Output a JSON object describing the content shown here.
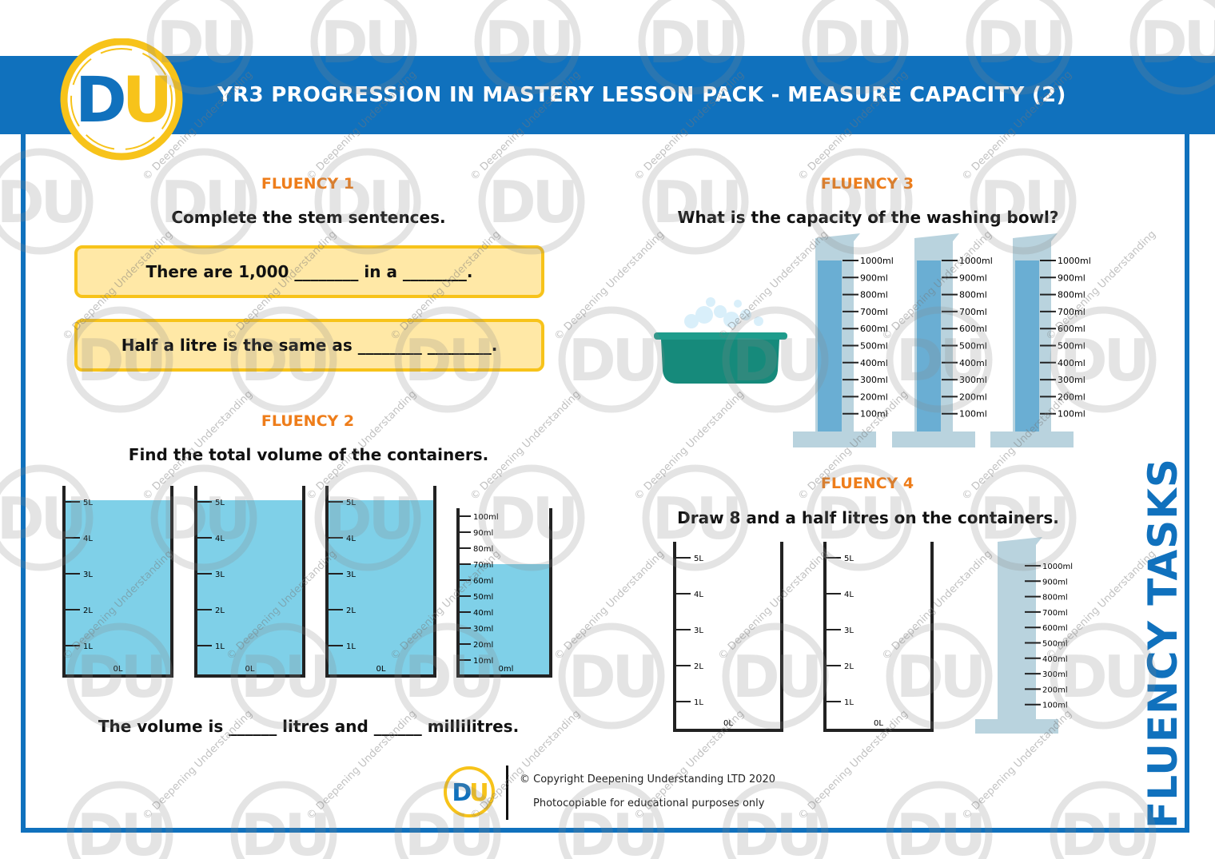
{
  "header": {
    "title": "YR3 PROGRESSION IN MASTERY LESSON PACK - MEASURE CAPACITY (2)",
    "logo_text": "DU"
  },
  "side_label": "FLUENCY TASKS",
  "fluency1": {
    "title": "FLUENCY 1",
    "instruction": "Complete the stem sentences.",
    "sentences": [
      "There are 1,000 ________ in a ________.",
      "Half a litre is the same as ________ ________."
    ]
  },
  "fluency2": {
    "title": "FLUENCY 2",
    "instruction": "Find the total volume of the containers.",
    "litre_labels": [
      "5L",
      "4L",
      "3L",
      "2L",
      "1L",
      "0L"
    ],
    "ml_labels": [
      "100ml",
      "90ml",
      "80ml",
      "70ml",
      "60ml",
      "50ml",
      "40ml",
      "30ml",
      "20ml",
      "10ml",
      "0ml"
    ],
    "answer": "The volume is ______ litres and ______ millilitres.",
    "fill_levels_litres": [
      5,
      5,
      5
    ],
    "fill_level_ml": 70
  },
  "fluency3": {
    "title": "FLUENCY 3",
    "instruction": "What is the capacity of the washing bowl?",
    "ml_labels": [
      "1000ml",
      "900ml",
      "800ml",
      "700ml",
      "600ml",
      "500ml",
      "400ml",
      "300ml",
      "200ml",
      "100ml"
    ],
    "fill_levels_ml": [
      1000,
      1000,
      1000
    ]
  },
  "fluency4": {
    "title": "FLUENCY 4",
    "instruction": "Draw 8 and a half litres on the containers.",
    "litre_labels": [
      "5L",
      "4L",
      "3L",
      "2L",
      "1L",
      "0L"
    ],
    "ml_labels": [
      "1000ml",
      "900ml",
      "800ml",
      "700ml",
      "600ml",
      "500ml",
      "400ml",
      "300ml",
      "200ml",
      "100ml"
    ]
  },
  "footer": {
    "copyright": "© Copyright Deepening Understanding LTD 2020",
    "note": "Photocopiable for educational purposes only",
    "logo_text": "DU"
  },
  "watermark": {
    "text": "© Deepening Understanding",
    "logo_text": "DU"
  },
  "colors": {
    "brand_blue": "#1071bd",
    "brand_yellow": "#f7c31a",
    "section_orange": "#ee7d1a",
    "water": "#7fd0e8",
    "cylinder": "#b9d3de",
    "bowl": "#1e9c8c"
  }
}
